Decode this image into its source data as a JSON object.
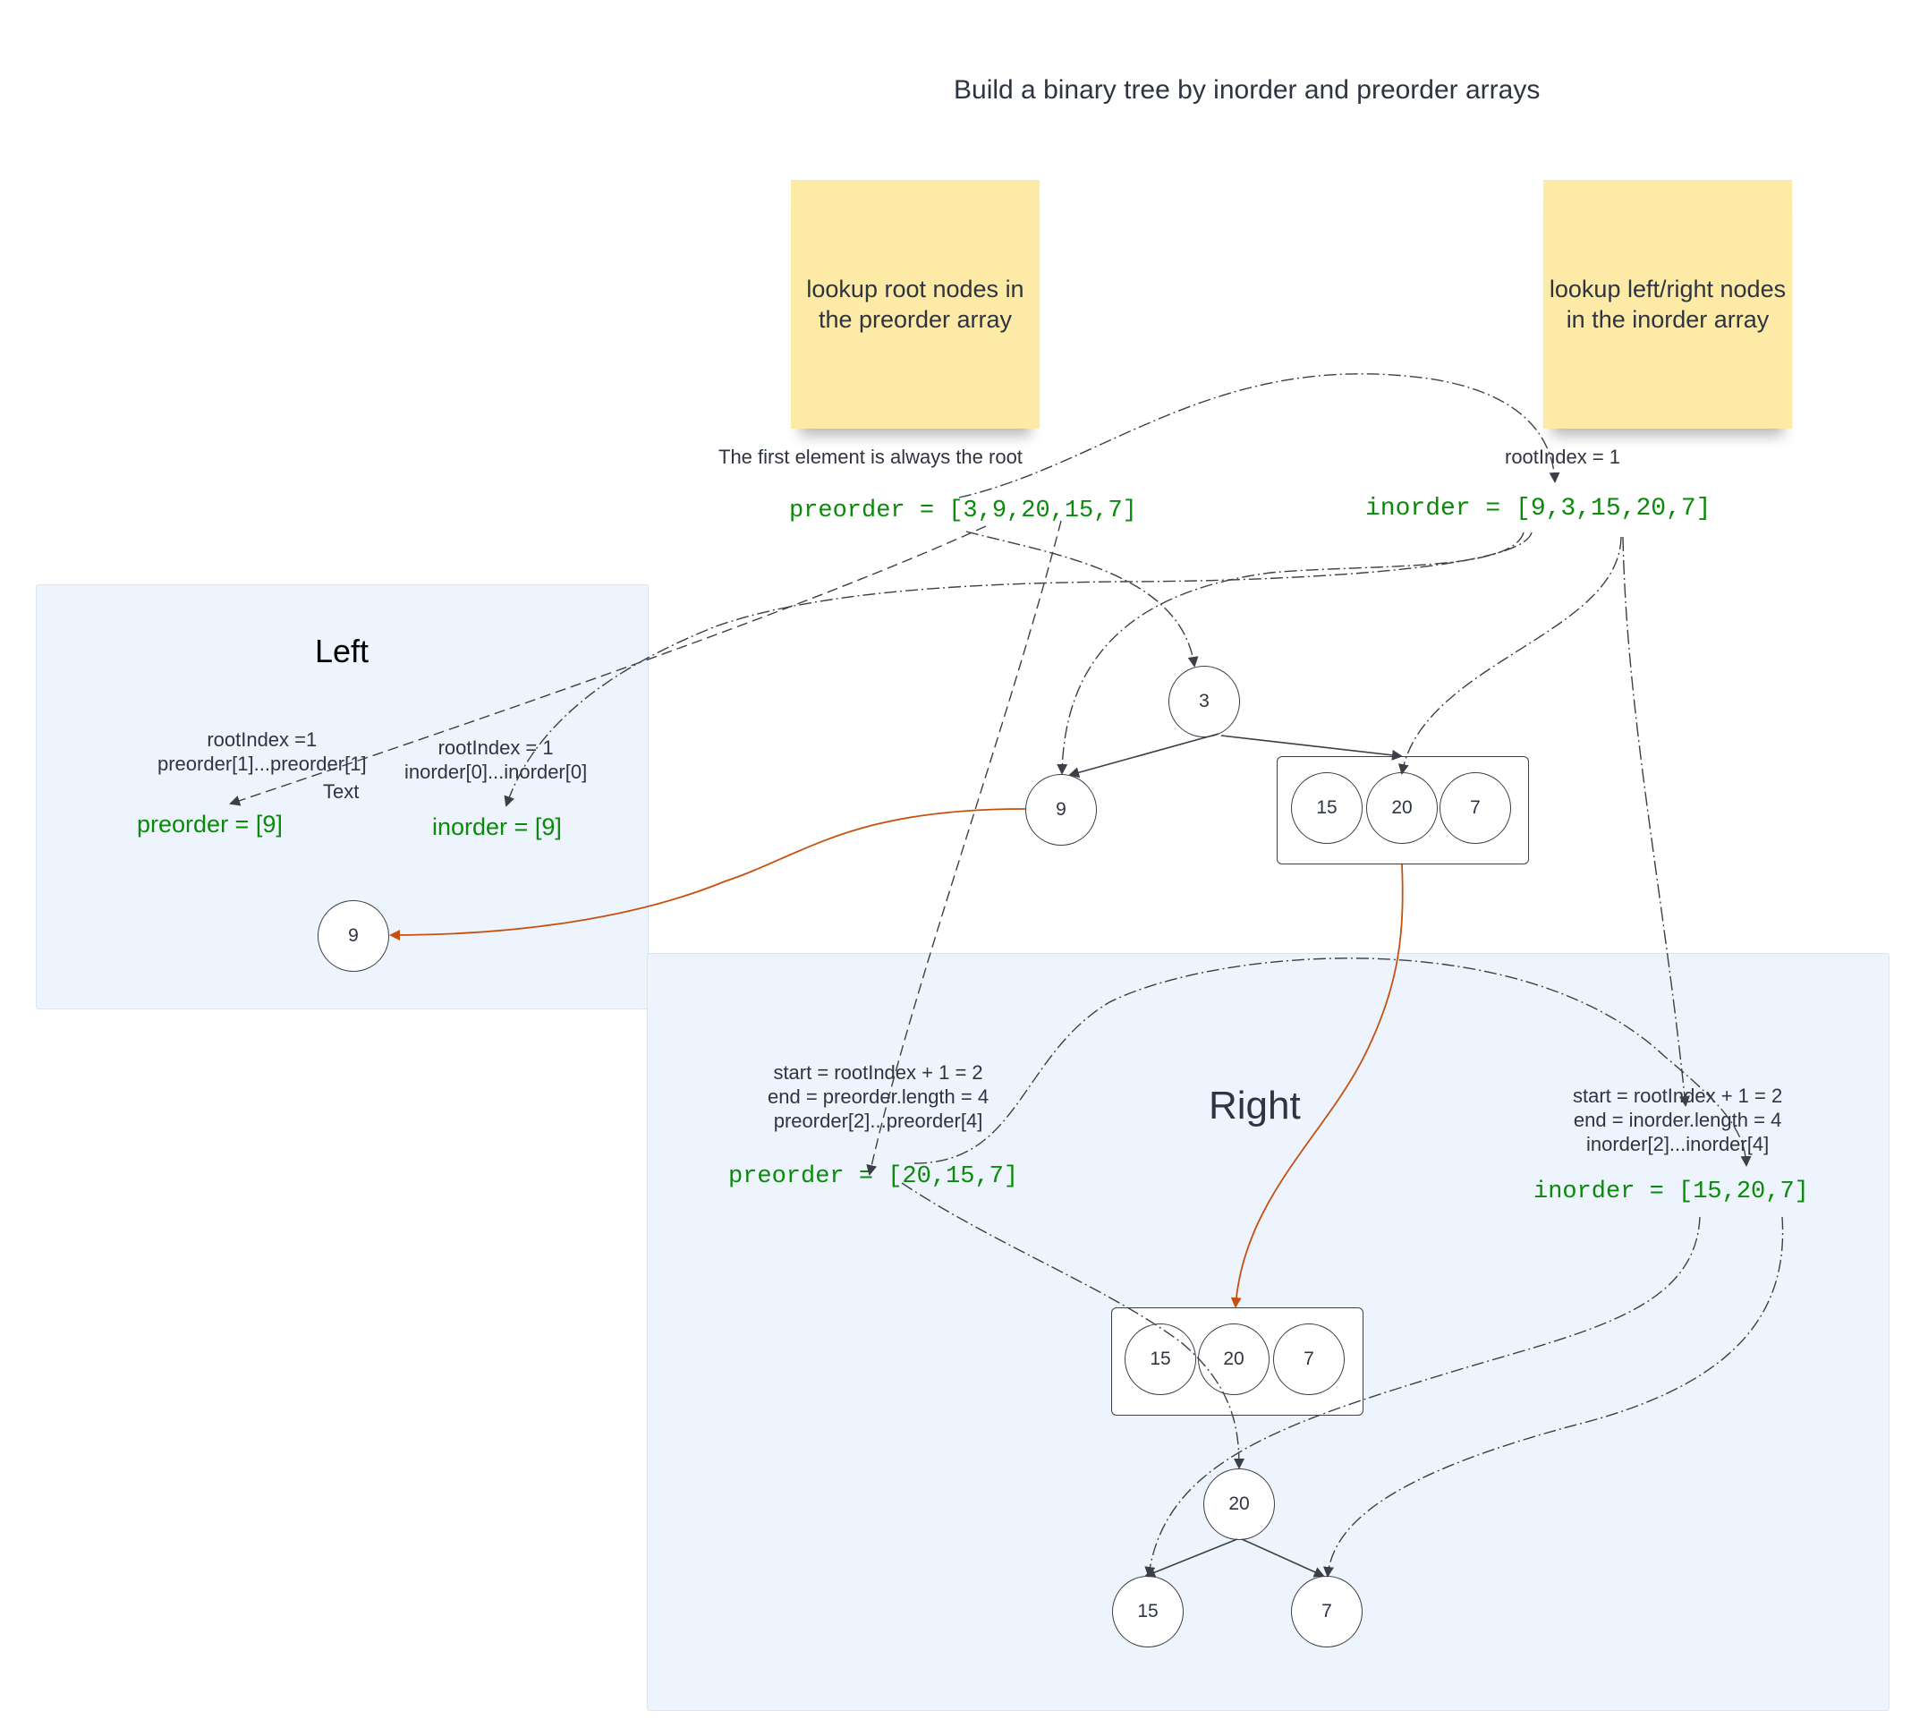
{
  "title": "Build a binary tree by inorder and preorder arrays",
  "sticky_notes": {
    "preorder_note": "lookup root nodes in\nthe preorder array",
    "inorder_note": "lookup left/right nodes\nin the inorder array"
  },
  "top": {
    "preorder_caption": "The first element is always the root",
    "preorder_array": "preorder = [3,9,20,15,7]",
    "inorder_caption": "rootIndex = 1",
    "inorder_array": "inorder = [9,3,15,20,7]"
  },
  "left_frame": {
    "title": "Left",
    "preorder_caption": "rootIndex =1\npreorder[1]...preorder[1]",
    "inorder_caption": "rootIndex = 1\ninorder[0]...inorder[0]",
    "stray_text": "Text",
    "preorder_array": "preorder = [9]",
    "inorder_array": "inorder = [9]",
    "node": "9"
  },
  "right_frame": {
    "title": "Right",
    "preorder_caption": "start = rootIndex + 1 = 2\nend = preorder.length = 4\npreorder[2]...preorder[4]",
    "inorder_caption": "start = rootIndex + 1 = 2\nend =  inorder.length =  4\ninorder[2]...inorder[4]",
    "preorder_array": "preorder = [20,15,7]",
    "inorder_array": "inorder = [15,20,7]",
    "group_nodes": [
      "15",
      "20",
      "7"
    ],
    "subtree": {
      "root": "20",
      "left": "15",
      "right": "7"
    }
  },
  "main_tree": {
    "root": "3",
    "left": "9",
    "right_group": [
      "15",
      "20",
      "7"
    ]
  },
  "colors": {
    "code_green": "#0a8a0a",
    "sticky_yellow": "#fdeaa6",
    "frame_blue": "#edf4fd",
    "orange_arrow": "#c8500f",
    "connector_gray": "#3b3f48"
  }
}
